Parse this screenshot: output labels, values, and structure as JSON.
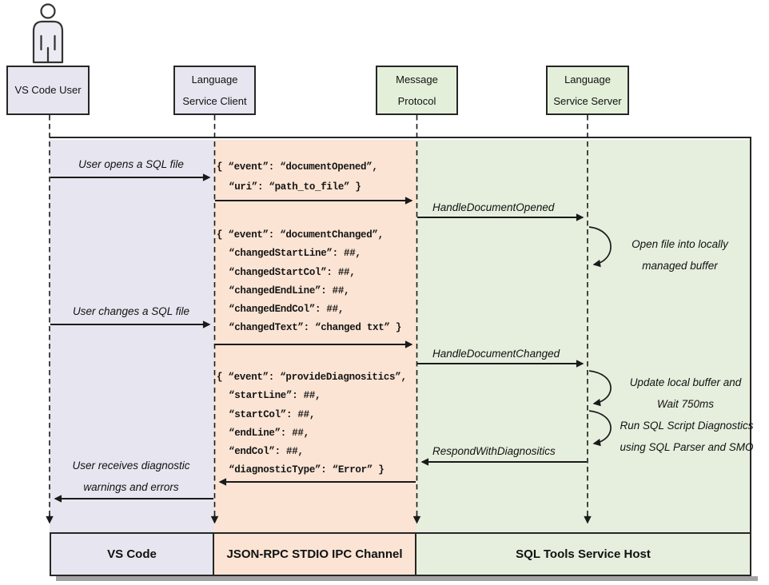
{
  "actors": {
    "user": {
      "line1": "VS Code User"
    },
    "client": {
      "line1": "Language",
      "line2": "Service Client"
    },
    "protocol": {
      "line1": "Message",
      "line2": "Protocol"
    },
    "server": {
      "line1": "Language",
      "line2": "Service Server"
    }
  },
  "messages": {
    "open_file": "User opens a SQL file",
    "change_file": "User changes a SQL file",
    "handle_opened": "HandleDocumentOpened",
    "handle_changed": "HandleDocumentChanged",
    "respond_diag": "RespondWithDiagnositics",
    "receive_line1": "User receives diagnostic",
    "receive_line2": "warnings and errors"
  },
  "annotations": {
    "open_buffer_line1": "Open file into locally",
    "open_buffer_line2": "managed buffer",
    "update_line1": "Update local buffer and",
    "update_line2": "Wait 750ms",
    "run_line1": "Run SQL Script Diagnostics",
    "run_line2": "using SQL Parser and SMO"
  },
  "payloads": {
    "doc_opened": [
      "{ “event”: “documentOpened”,",
      "“uri”: “path_to_file” }"
    ],
    "doc_changed": [
      "{ “event”: “documentChanged”,",
      "“changedStartLine”: ##,",
      "“changedStartCol”: ##,",
      "“changedEndLine”: ##,",
      "“changedEndCol”: ##,",
      "“changedText”: “changed txt” }"
    ],
    "provide_diag": [
      "{ “event”: “provideDiagnositics”,",
      "“startLine”: ##,",
      "“startCol”: ##,",
      "“endLine”: ##,",
      "“endCol”: ##,",
      "“diagnosticType”: “Error” }"
    ],
    "placeholder_value": "##"
  },
  "lanes": {
    "vscode": "VS Code",
    "channel": "JSON-RPC STDIO IPC Channel",
    "host": "SQL Tools Service Host"
  },
  "colors": {
    "lavender": "#e7e5ef",
    "peach": "#fbe4d4",
    "green": "#e6efde",
    "green_box": "#e4efda",
    "border": "#262626",
    "line": "#1a1a1a",
    "shadow": "#a3a3a3"
  }
}
